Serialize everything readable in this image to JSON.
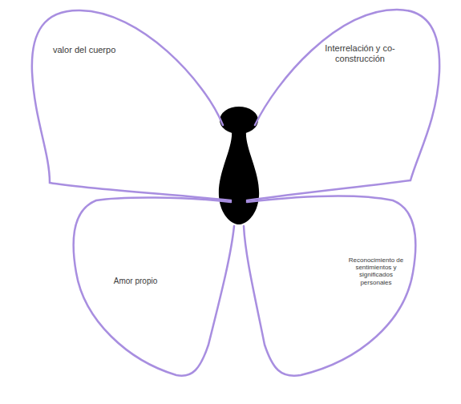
{
  "diagram": {
    "nodes": [
      {
        "text": [
          "valor del cuerpo"
        ]
      },
      {
        "text": [
          "Interrelación y co-construcción"
        ]
      },
      {
        "text": [
          "Amor propio"
        ]
      },
      {
        "text": [
          "Reconocimiento de sentimientos y significados personales"
        ]
      }
    ]
  }
}
